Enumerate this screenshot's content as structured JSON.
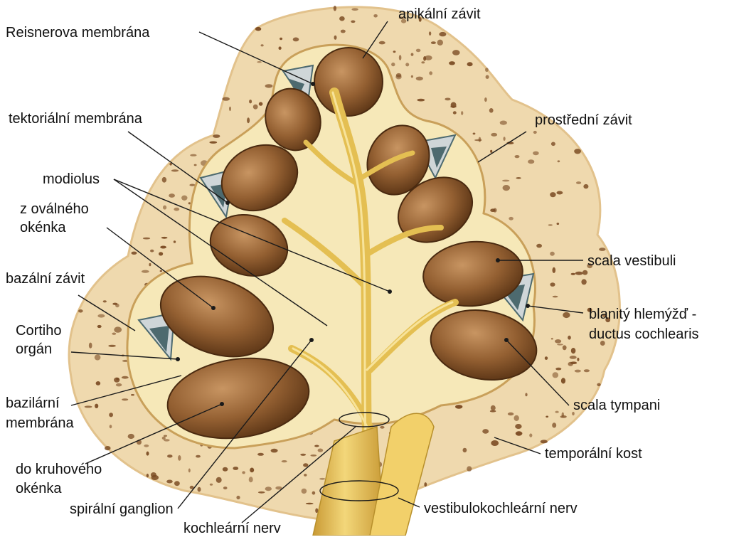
{
  "labels": {
    "apical_turn": "apikální závit",
    "reissner_membrane": "Reisnerova membrána",
    "middle_turn": "prostřední závit",
    "tectorial_membrane": "tektoriální membrána",
    "modiolus": "modiolus",
    "from_oval_window_1": "z oválného",
    "from_oval_window_2": "okénka",
    "scala_vestibuli": "scala vestibuli",
    "basal_turn": "bazální závit",
    "cochlear_duct_1": "blanitý hlemýžď -",
    "cochlear_duct_2": "ductus cochlearis",
    "organ_of_corti_1": "Cortiho",
    "organ_of_corti_2": "orgán",
    "basilar_membrane_1": "bazilární",
    "basilar_membrane_2": "membrána",
    "scala_tympani": "scala tympani",
    "temporal_bone": "temporální kost",
    "to_round_window_1": "do kruhového",
    "to_round_window_2": "okénka",
    "spiral_ganglion": "spirální ganglion",
    "vestibulocochlear_nerve": "vestibulokochleární nerv",
    "cochlear_nerve": "kochleární nerv"
  },
  "colors": {
    "bone": "#efd9ae",
    "bone_edge": "#e2c28c",
    "bone_pores": "#7a4a22",
    "duct_wall": "#f6e8b8",
    "scala_fill": "#9c6a3a",
    "scala_dark": "#5a3415",
    "cochlear_duct": "#cfd6d8",
    "organ_teal": "#4d6a6f",
    "nerve": "#e9c75a",
    "nerve_shadow": "#b8902c"
  }
}
